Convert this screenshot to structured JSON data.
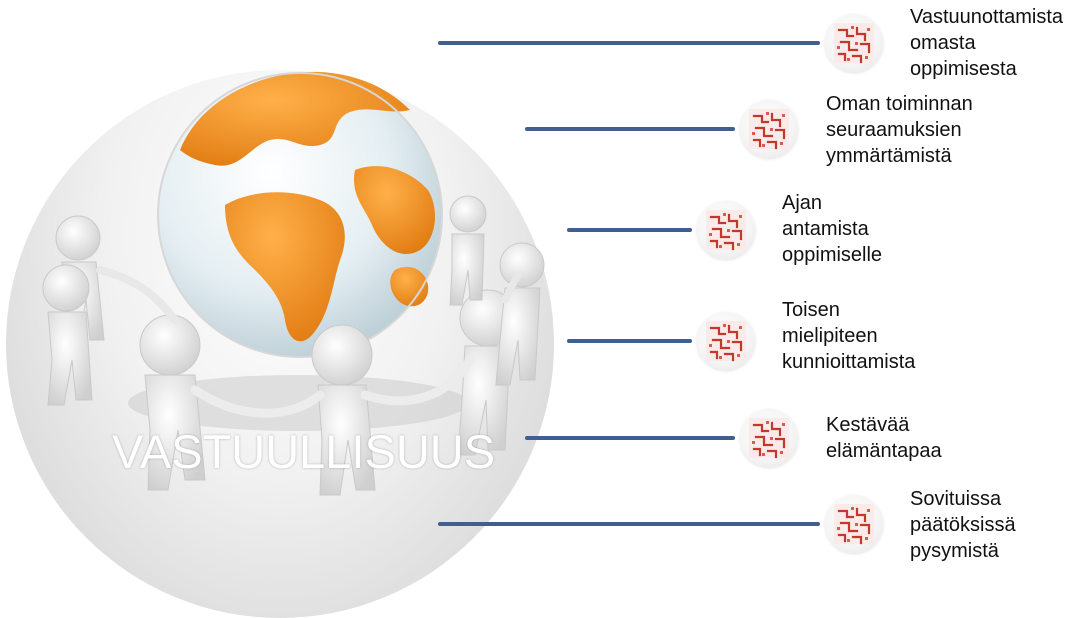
{
  "title": "VASTUULLISUUS",
  "accent_color": "#3f5f8f",
  "globe_color": "#f2901e",
  "icon": "broken-image-icon",
  "items": [
    {
      "lines": [
        "Vastuunottamista",
        "omasta",
        "oppimisesta"
      ]
    },
    {
      "lines": [
        "Oman toiminnan",
        "seuraamuksien",
        "ymmärtämistä"
      ]
    },
    {
      "lines": [
        "Ajan",
        "antamista",
        "oppimiselle"
      ]
    },
    {
      "lines": [
        "Toisen",
        "mielipiteen",
        "kunnioittamista"
      ]
    },
    {
      "lines": [
        "Kestävää",
        "elämäntapaa"
      ]
    },
    {
      "lines": [
        "Sovituissa",
        "päätöksissä",
        "pysymistä"
      ]
    }
  ]
}
